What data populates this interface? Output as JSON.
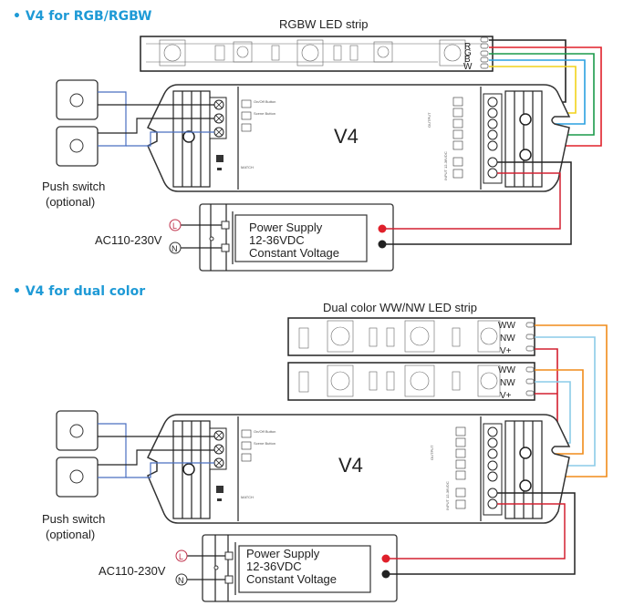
{
  "sections": [
    {
      "title": "• V4 for RGB/RGBW",
      "strip_title": "RGBW LED strip",
      "strip_pins": [
        "R",
        "G",
        "B",
        "W"
      ],
      "controller_label": "V4",
      "button_labels": [
        "On/Off Button",
        "Scene Button"
      ],
      "match_label": "MATCH",
      "output_label": "OUTPUT",
      "input_label": "INPUT 12-36VDC",
      "switch_label_line1": "Push switch",
      "switch_label_line2": "(optional)",
      "ac_label": "AC110-230V",
      "ps_lines": [
        "Power Supply",
        "12-36VDC",
        "Constant Voltage"
      ],
      "ps_terminals": [
        "L",
        "N"
      ],
      "wire_colors": {
        "red": "#e0202a",
        "green": "#1a9a4a",
        "blue": "#2aa0e0",
        "yellow": "#f2d21a",
        "black": "#222222"
      }
    },
    {
      "title": "• V4 for dual color",
      "strip_title": "Dual color WW/NW LED strip",
      "strip_pins": [
        "WW",
        "NW",
        "V+"
      ],
      "controller_label": "V4",
      "button_labels": [
        "On/Off Button",
        "Scene Button"
      ],
      "match_label": "MATCH",
      "output_label": "OUTPUT",
      "input_label": "INPUT 12-36VDC",
      "switch_label_line1": "Push switch",
      "switch_label_line2": "(optional)",
      "ac_label": "AC110-230V",
      "ps_lines": [
        "Power Supply",
        "12-36VDC",
        "Constant Voltage"
      ],
      "ps_terminals": [
        "L",
        "N"
      ],
      "wire_colors": {
        "orange": "#f08c1a",
        "lightblue": "#8ccbe8",
        "red": "#d42030",
        "black": "#222222"
      }
    }
  ]
}
